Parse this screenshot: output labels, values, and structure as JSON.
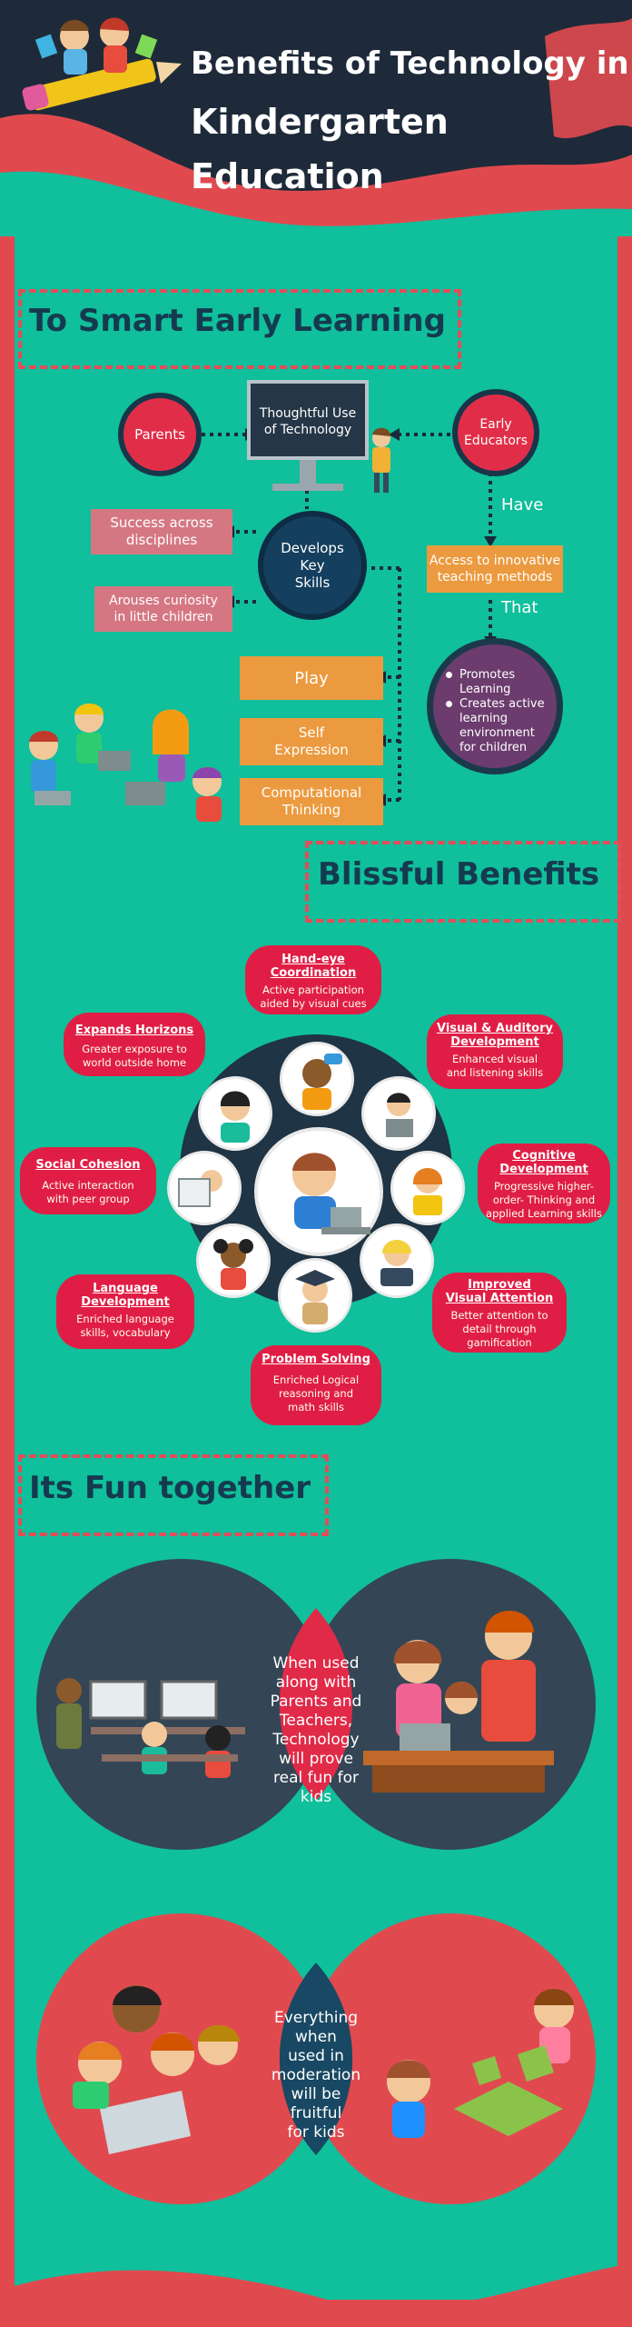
{
  "header": {
    "title_line1": "Benefits of Technology in",
    "title_line2": "Kindergarten",
    "title_line3": "Education"
  },
  "section1": {
    "title": "To Smart Early Learning",
    "parents": "Parents",
    "tech_line1": "Thoughtful Use",
    "tech_line2": "of Technology",
    "educators_line1": "Early",
    "educators_line2": "Educators",
    "have": "Have",
    "access_line1": "Access to innovative",
    "access_line2": "teaching methods",
    "that": "That",
    "develops_line1": "Develops",
    "develops_line2": "Key",
    "develops_line3": "Skills",
    "success_line1": "Success across",
    "success_line2": "disciplines",
    "curiosity_line1": "Arouses curiosity",
    "curiosity_line2": "in little children",
    "promotes_item1_line1": "Promotes",
    "promotes_item1_line2": "Learning",
    "promotes_item2_line1": "Creates active",
    "promotes_item2_line2": "learning",
    "promotes_item2_line3": "environment",
    "promotes_item2_line4": "for children",
    "play": "Play",
    "self_line1": "Self",
    "self_line2": "Expression",
    "comp_line1": "Computational",
    "comp_line2": "Thinking"
  },
  "section2": {
    "title": "Blissful Benefits",
    "benefits": [
      {
        "t1": "Hand-eye",
        "t2": "Coordination",
        "d1": "Active participation",
        "d2": "aided by visual cues"
      },
      {
        "t1": "Expands Horizons",
        "t2": "",
        "d1": "Greater exposure to",
        "d2": "world outside home"
      },
      {
        "t1": "Visual & Auditory",
        "t2": "Development",
        "d1": "Enhanced visual",
        "d2": "and listening skills"
      },
      {
        "t1": "Social Cohesion",
        "t2": "",
        "d1": "Active interaction",
        "d2": "with peer group"
      },
      {
        "t1": "Cognitive",
        "t2": "Development",
        "d1": "Progressive higher-",
        "d2": "order- Thinking and",
        "d3": "applied Learning skills"
      },
      {
        "t1": "Language",
        "t2": "Development",
        "d1": "Enriched language",
        "d2": "skills, vocabulary"
      },
      {
        "t1": "Improved",
        "t2": "Visual Attention",
        "d1": "Better attention to",
        "d2": "detail through",
        "d3": "gamification"
      },
      {
        "t1": "Problem Solving",
        "t2": "",
        "d1": "Enriched Logical",
        "d2": "reasoning and",
        "d3": "math skills"
      }
    ]
  },
  "section3": {
    "title": "Its Fun together",
    "venn1_lines": [
      "When used",
      "along with",
      "Parents and",
      "Teachers,",
      "Technology",
      "will prove",
      "real fun for",
      "kids"
    ],
    "venn2_lines": [
      "Everything",
      "when",
      "used in",
      "moderation",
      "will be",
      "fruitful",
      "for kids"
    ]
  },
  "colors": {
    "teal": "#10bf9b",
    "red": "#e04a4f",
    "navy": "#1e2a39",
    "pink": "#e01e45",
    "orange": "#ec9a3f",
    "dark_blue": "#153a50"
  }
}
